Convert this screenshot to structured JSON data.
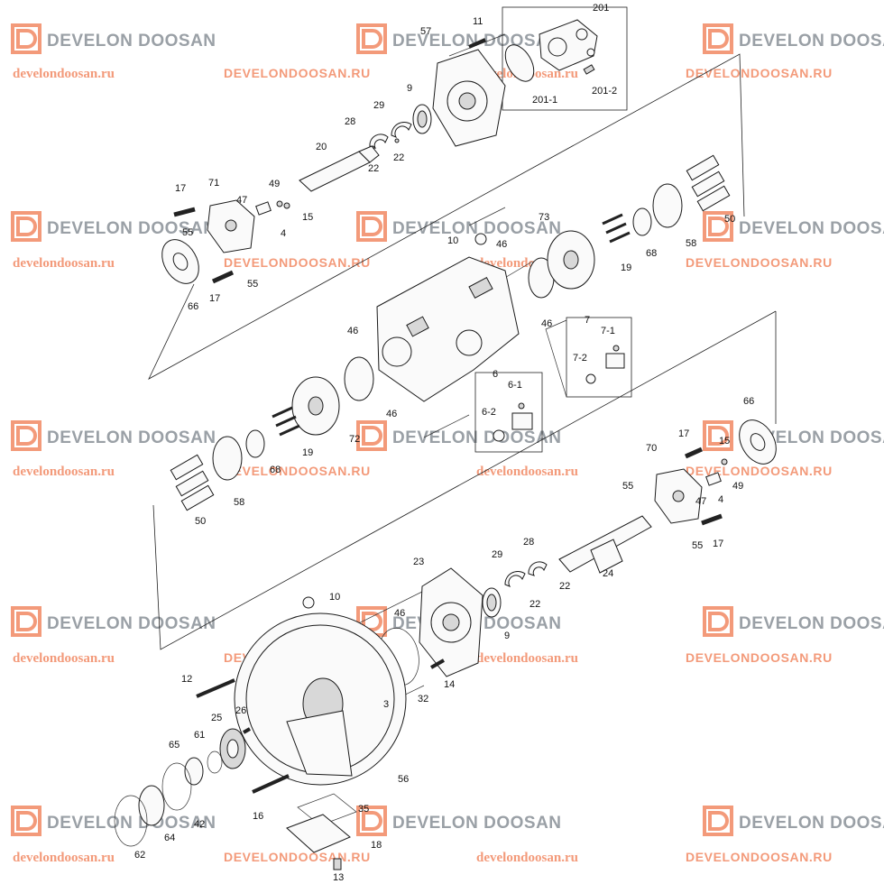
{
  "watermark": {
    "brand": "DEVELON DOOSAN",
    "url_lower": "develondoosan.ru",
    "url_upper": "DEVELONDOOSAN.RU"
  },
  "callouts": {
    "c11": "11",
    "c201": "201",
    "c57": "57",
    "c201_1": "201-1",
    "c201_2": "201-2",
    "c9a": "9",
    "c29a": "29",
    "c28a": "28",
    "c22a": "22",
    "c22b": "22",
    "c20": "20",
    "c17a": "17",
    "c71": "71",
    "c47a": "47",
    "c49a": "49",
    "c15a": "15",
    "c55a": "55",
    "c4a": "4",
    "c55b": "55",
    "c17b": "17",
    "c66a": "66",
    "c10a": "10",
    "c46a": "46",
    "c73": "73",
    "c19a": "19",
    "c68a": "68",
    "c58a": "58",
    "c50a": "50",
    "c46b": "46",
    "c7": "7",
    "c7_1": "7-1",
    "c7_2": "7-2",
    "c46c": "46",
    "c46d": "46",
    "c6": "6",
    "c6_1": "6-1",
    "c6_2": "6-2",
    "c72": "72",
    "c19b": "19",
    "c68b": "68",
    "c58b": "58",
    "c50b": "50",
    "c66b": "66",
    "c17c": "17",
    "c15b": "15",
    "c70": "70",
    "c55c": "55",
    "c47b": "47",
    "c49b": "49",
    "c4b": "4",
    "c17d": "17",
    "c55d": "55",
    "c28b": "28",
    "c29b": "29",
    "c22c": "22",
    "c22d": "22",
    "c24": "24",
    "c23": "23",
    "c10b": "10",
    "c46e": "46",
    "c9b": "9",
    "c14": "14",
    "c32": "32",
    "c3": "3",
    "c12": "12",
    "c26": "26",
    "c25": "25",
    "c61": "61",
    "c65": "65",
    "c56": "56",
    "c16": "16",
    "c35": "35",
    "c42": "42",
    "c64": "64",
    "c62": "62",
    "c18": "18",
    "c13": "13"
  }
}
